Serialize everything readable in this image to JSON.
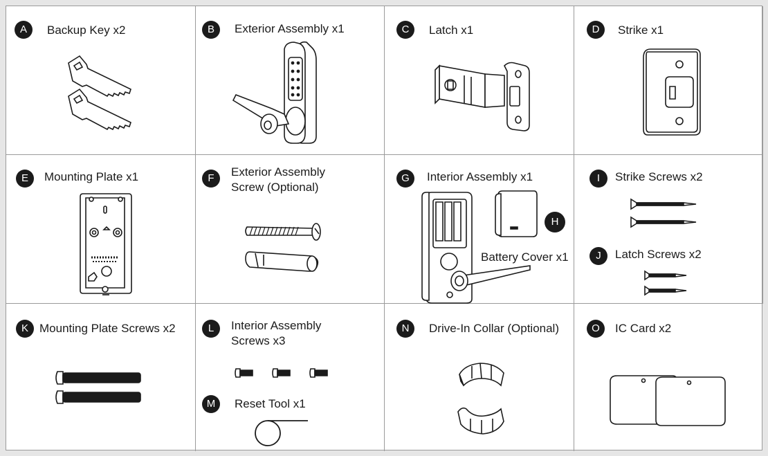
{
  "parts": {
    "A": {
      "letter": "A",
      "label": "Backup Key x2"
    },
    "B": {
      "letter": "B",
      "label": "Exterior Assembly x1"
    },
    "C": {
      "letter": "C",
      "label": "Latch x1"
    },
    "D": {
      "letter": "D",
      "label": "Strike x1"
    },
    "E": {
      "letter": "E",
      "label": "Mounting Plate x1"
    },
    "F": {
      "letter": "F",
      "label_line1": "Exterior Assembly",
      "label_line2": "Screw (Optional)"
    },
    "G": {
      "letter": "G",
      "label": "Interior Assembly x1"
    },
    "H": {
      "letter": "H",
      "label": "Battery Cover x1"
    },
    "I": {
      "letter": "I",
      "label": "Strike Screws x2"
    },
    "J": {
      "letter": "J",
      "label": "Latch Screws x2"
    },
    "K": {
      "letter": "K",
      "label": "Mounting Plate Screws x2"
    },
    "L": {
      "letter": "L",
      "label_line1": "Interior Assembly",
      "label_line2": "Screws x3"
    },
    "M": {
      "letter": "M",
      "label": "Reset Tool x1"
    },
    "N": {
      "letter": "N",
      "label": "Drive-In Collar (Optional)"
    },
    "O": {
      "letter": "O",
      "label": "IC Card x2"
    }
  }
}
